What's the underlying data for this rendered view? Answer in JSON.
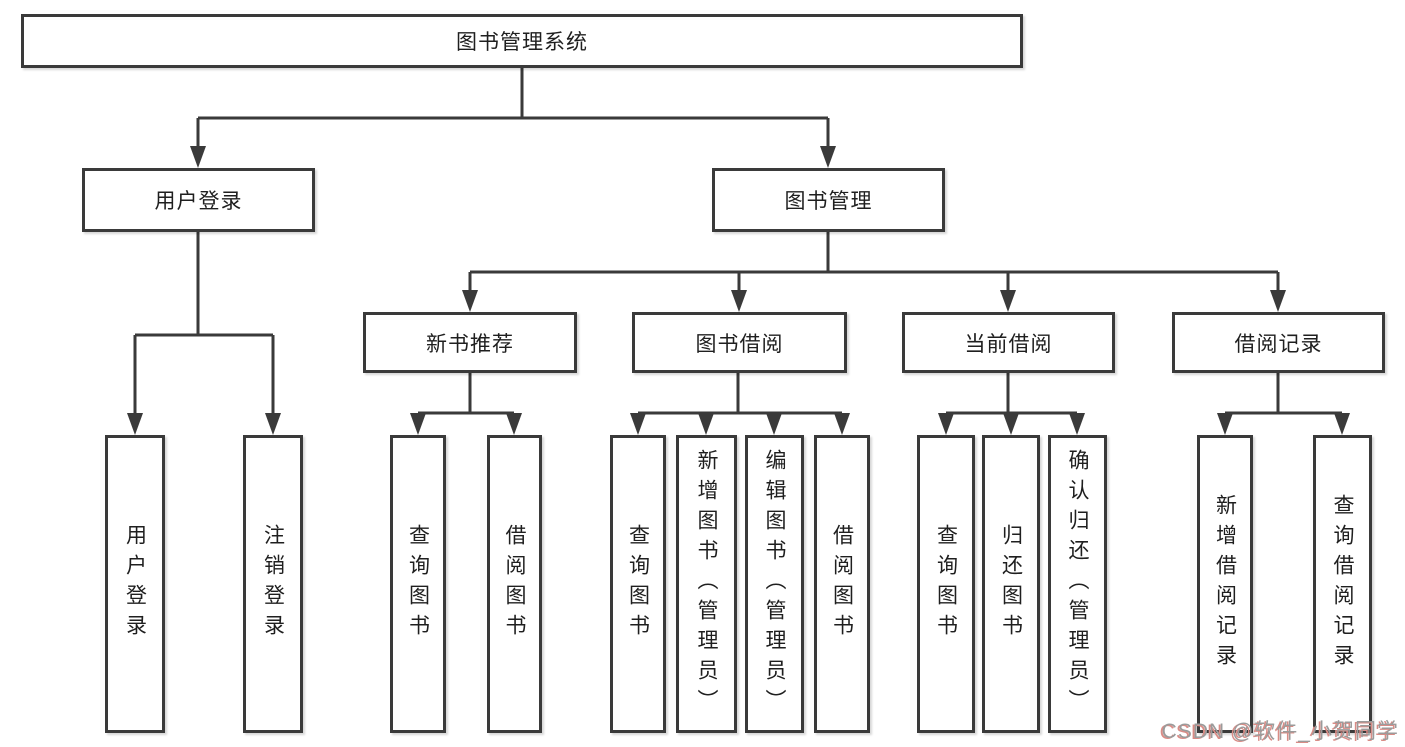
{
  "diagram": {
    "root": {
      "label": "图书管理系统"
    },
    "level2": [
      {
        "label": "用户登录"
      },
      {
        "label": "图书管理"
      }
    ],
    "level3": [
      {
        "label": "新书推荐"
      },
      {
        "label": "图书借阅"
      },
      {
        "label": "当前借阅"
      },
      {
        "label": "借阅记录"
      }
    ],
    "leaves": {
      "user_login": [
        "用户登录",
        "注销登录"
      ],
      "new_books": [
        "查询图书",
        "借阅图书"
      ],
      "book_borrow": [
        "查询图书",
        "新增图书（管理员）",
        "编辑图书（管理员）",
        "借阅图书"
      ],
      "current_borrow": [
        "查询图书",
        "归还图书",
        "确认归还（管理员）"
      ],
      "borrow_records": [
        "新增借阅记录",
        "查询借阅记录"
      ]
    }
  },
  "watermark": {
    "text": "CSDN @软件_小贺同学"
  },
  "colors": {
    "line": "#3a3a3a",
    "text": "#1f1f1f",
    "box_bg": "#ffffff",
    "watermark": "#9b9b9b",
    "watermark_shadow": "#d98c86"
  }
}
